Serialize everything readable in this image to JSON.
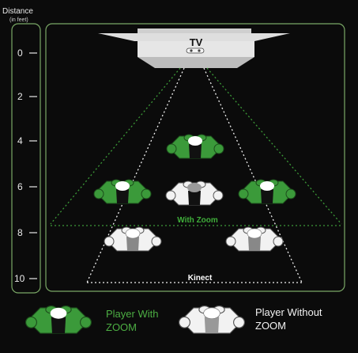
{
  "axis": {
    "title": "Distance",
    "unit": "(in feet)",
    "ticks": [
      "0",
      "2",
      "4",
      "6",
      "8",
      "10"
    ]
  },
  "tv_label": "TV",
  "zoom_label": "With Zoom",
  "kinect_label": "Kinect",
  "legend": {
    "with_zoom_line1": "Player With",
    "with_zoom_line2": "ZOOM",
    "without_zoom_line1": "Player Without",
    "without_zoom_line2": "ZOOM"
  },
  "colors": {
    "background": "#0b0b0b",
    "frame_stroke": "#7aa866",
    "green_player": "#3b9a3a",
    "white_player": "#f2f2f2",
    "legend_green_text": "#4cae43",
    "zoom_text": "#3fae3a"
  }
}
